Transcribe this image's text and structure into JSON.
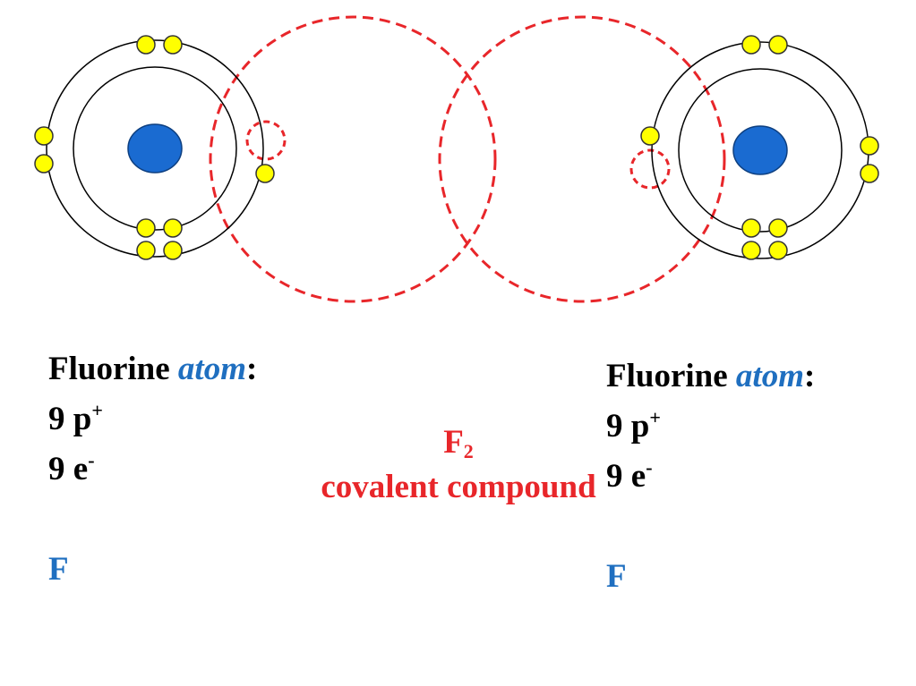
{
  "colors": {
    "nucleus": "#1a6bd1",
    "nucleus_stroke": "#0d3f80",
    "electron": "#ffff00",
    "electron_stroke": "#333333",
    "shell": "#000000",
    "bond": "#e8262a",
    "atom_word": "#1f6fc0",
    "symbol": "#1f6fc0",
    "compound": "#e8262a"
  },
  "left_atom": {
    "title": "Fluorine",
    "title_italic": "atom",
    "colon": ":",
    "protons": "9 p",
    "protons_sup": "+",
    "electrons": "9 e",
    "electrons_sup": "-",
    "symbol": "F"
  },
  "right_atom": {
    "title": "Fluorine",
    "title_italic": "atom",
    "colon": ":",
    "protons": "9 p",
    "protons_sup": "+",
    "electrons": "9 e",
    "electrons_sup": "-",
    "symbol": "F"
  },
  "compound": {
    "formula": "F",
    "formula_sub": "2",
    "description": "covalent compound"
  }
}
